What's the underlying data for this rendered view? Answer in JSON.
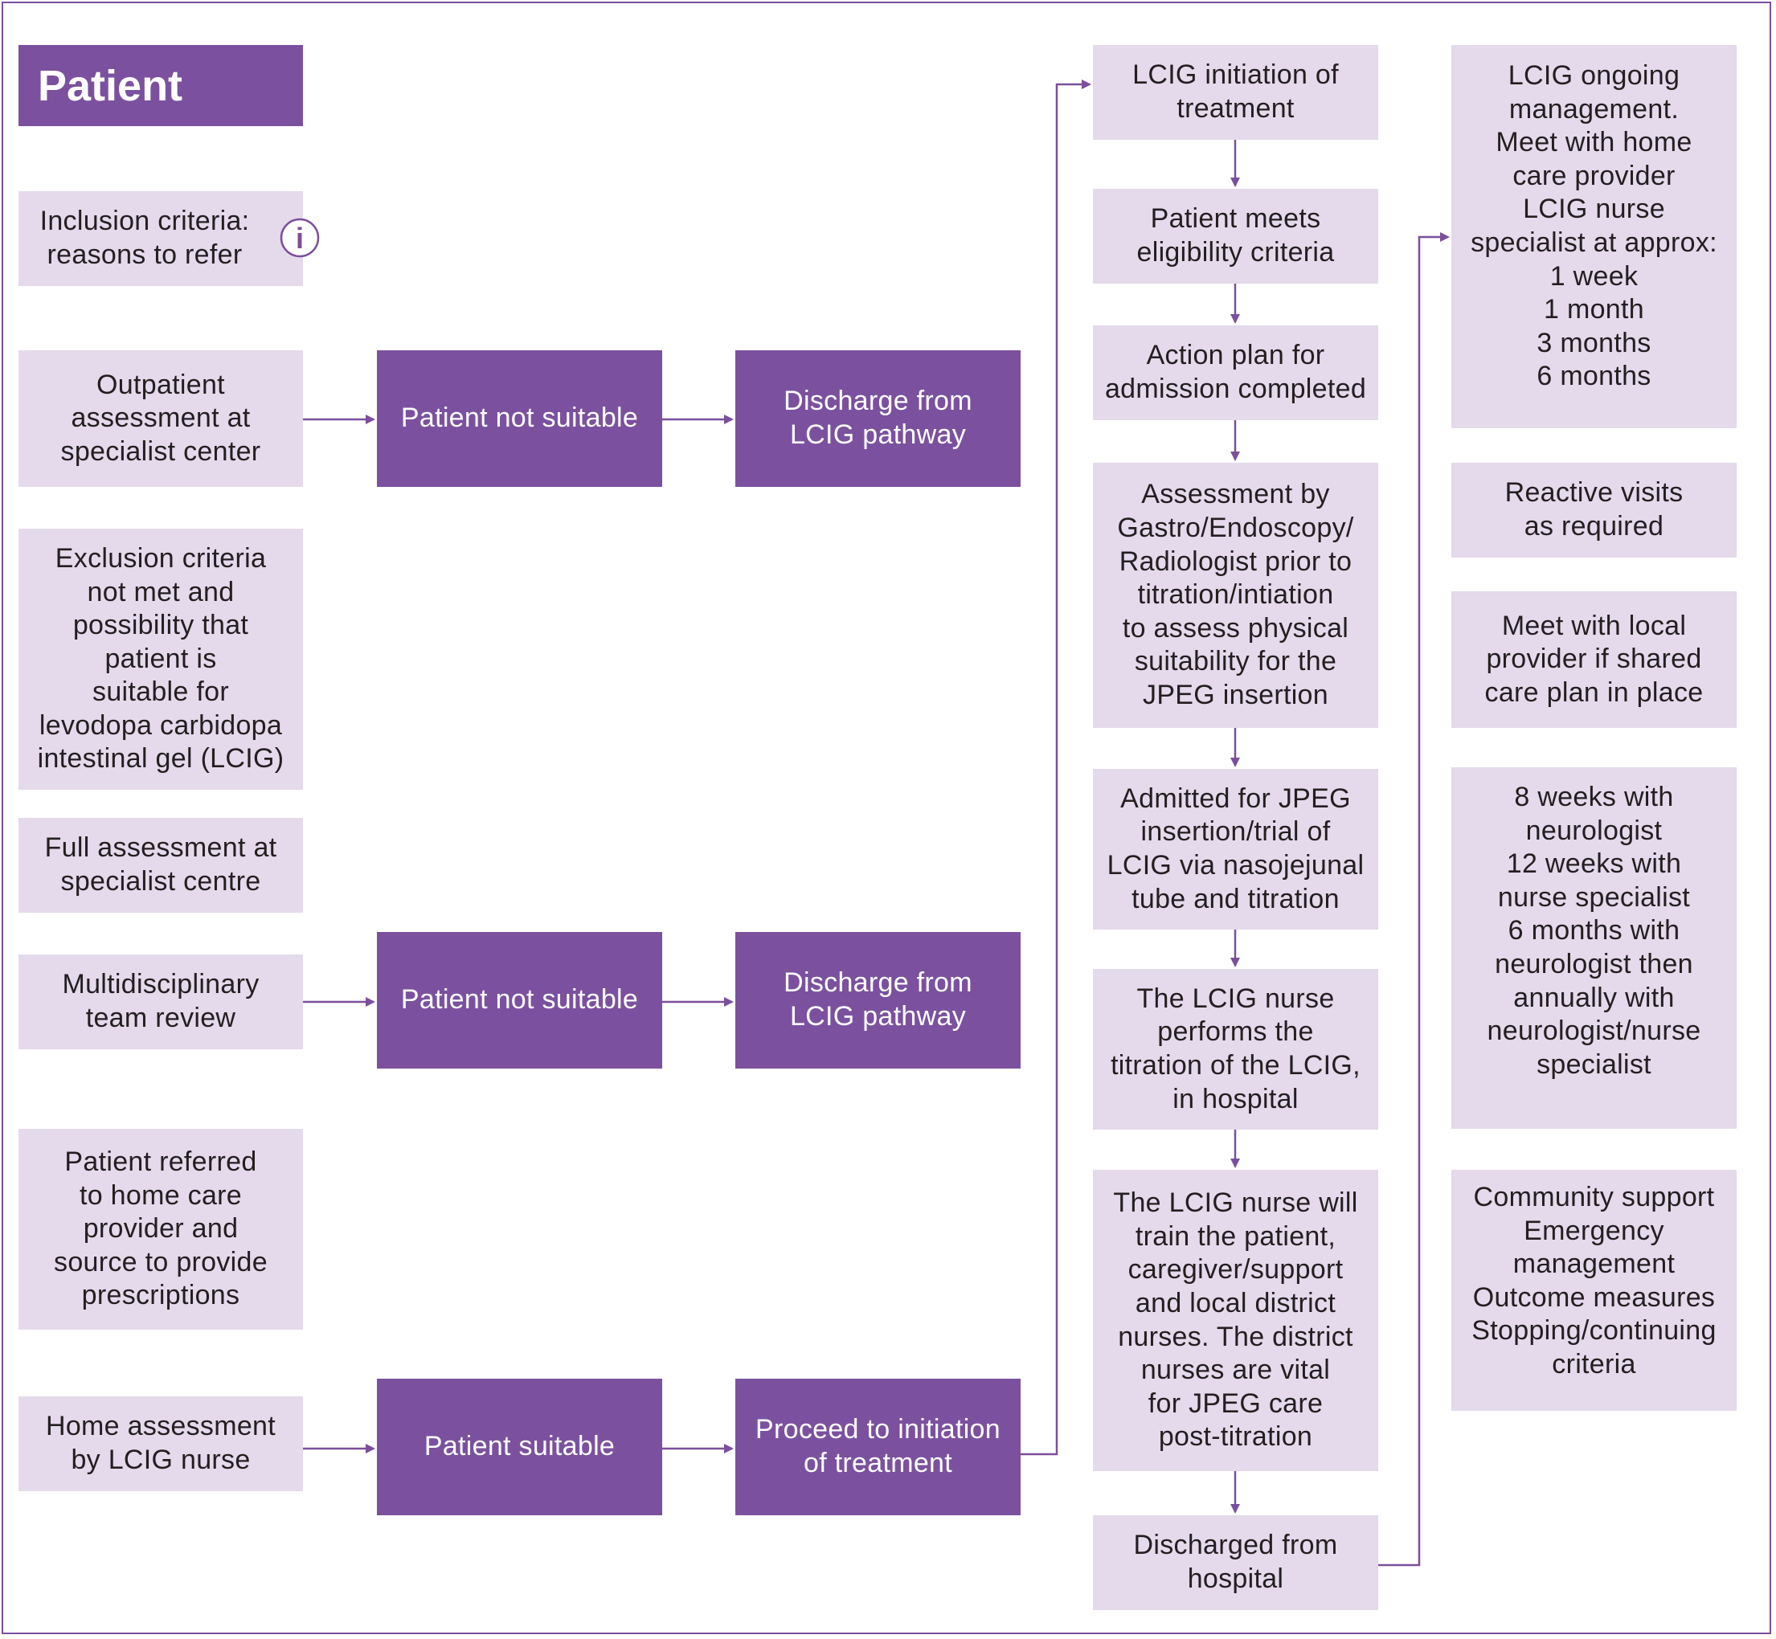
{
  "title": "Patient",
  "colors": {
    "dark_box": "#7b519f",
    "light_box": "#e4daec",
    "arrow": "#7b4f9d",
    "text": "#231f20"
  },
  "icons": {
    "info": "info-icon"
  },
  "info_icon_letter": "i",
  "left_column": [
    {
      "id": "inclusion-criteria",
      "text": "Inclusion criteria:\nreasons to refer"
    },
    {
      "id": "outpatient-assessment",
      "text": "Outpatient\nassessment at\nspecialist center"
    },
    {
      "id": "exclusion-criteria",
      "text": "Exclusion criteria\nnot met and\npossibility that\npatient is\nsuitable for\nlevodopa carbidopa\nintestinal gel (LCIG)"
    },
    {
      "id": "full-assessment",
      "text": "Full assessment at\nspecialist centre"
    },
    {
      "id": "mdt-review",
      "text": "Multidisciplinary\nteam review"
    },
    {
      "id": "patient-referred",
      "text": "Patient referred\nto home care\nprovider and\nsource to provide\nprescriptions"
    },
    {
      "id": "home-assessment",
      "text": "Home assessment\nby LCIG nurse"
    }
  ],
  "outcomes": [
    {
      "id": "not-suitable-1",
      "text": "Patient not suitable"
    },
    {
      "id": "discharge-1",
      "text": "Discharge from\nLCIG pathway"
    },
    {
      "id": "not-suitable-2",
      "text": "Patient not suitable"
    },
    {
      "id": "discharge-2",
      "text": "Discharge from\nLCIG pathway"
    },
    {
      "id": "patient-suitable",
      "text": "Patient suitable"
    },
    {
      "id": "proceed-initiation",
      "text": "Proceed to initiation\nof treatment"
    }
  ],
  "treatment_column": [
    {
      "id": "lcig-initiation",
      "text": "LCIG initiation of\ntreatment"
    },
    {
      "id": "eligibility",
      "text": "Patient meets\neligibility criteria"
    },
    {
      "id": "action-plan",
      "text": "Action plan for\nadmission completed"
    },
    {
      "id": "gastro-assessment",
      "text": "Assessment by\nGastro/Endoscopy/\nRadiologist prior to\ntitration/intiation\nto assess physical\nsuitability for the\nJPEG insertion"
    },
    {
      "id": "admitted",
      "text": "Admitted for JPEG\ninsertion/trial of\nLCIG via nasojejunal\ntube and titration"
    },
    {
      "id": "nurse-titration",
      "text": "The LCIG nurse\nperforms the\ntitration of the LCIG,\nin hospital"
    },
    {
      "id": "nurse-training",
      "text": "The LCIG nurse will\ntrain the patient,\ncaregiver/support\nand local district\nnurses. The district\nnurses are vital\nfor JPEG care\npost-titration"
    },
    {
      "id": "discharged-hospital",
      "text": "Discharged from\nhospital"
    }
  ],
  "management_column": [
    {
      "id": "ongoing-management",
      "text": "LCIG ongoing\nmanagement.\nMeet with home\ncare provider\nLCIG nurse\nspecialist at approx:\n1 week\n1 month\n3 months\n6 months"
    },
    {
      "id": "reactive-visits",
      "text": "Reactive visits\nas required"
    },
    {
      "id": "local-provider",
      "text": "Meet with local\nprovider if shared\ncare plan in place"
    },
    {
      "id": "followup-schedule",
      "text": "8 weeks with\nneurologist\n12 weeks with\nnurse specialist\n6 months with\nneurologist then\nannually with\nneurologist/nurse\nspecialist"
    },
    {
      "id": "community-support",
      "text": "Community support\nEmergency\nmanagement\nOutcome measures\nStopping/continuing\ncriteria"
    }
  ]
}
